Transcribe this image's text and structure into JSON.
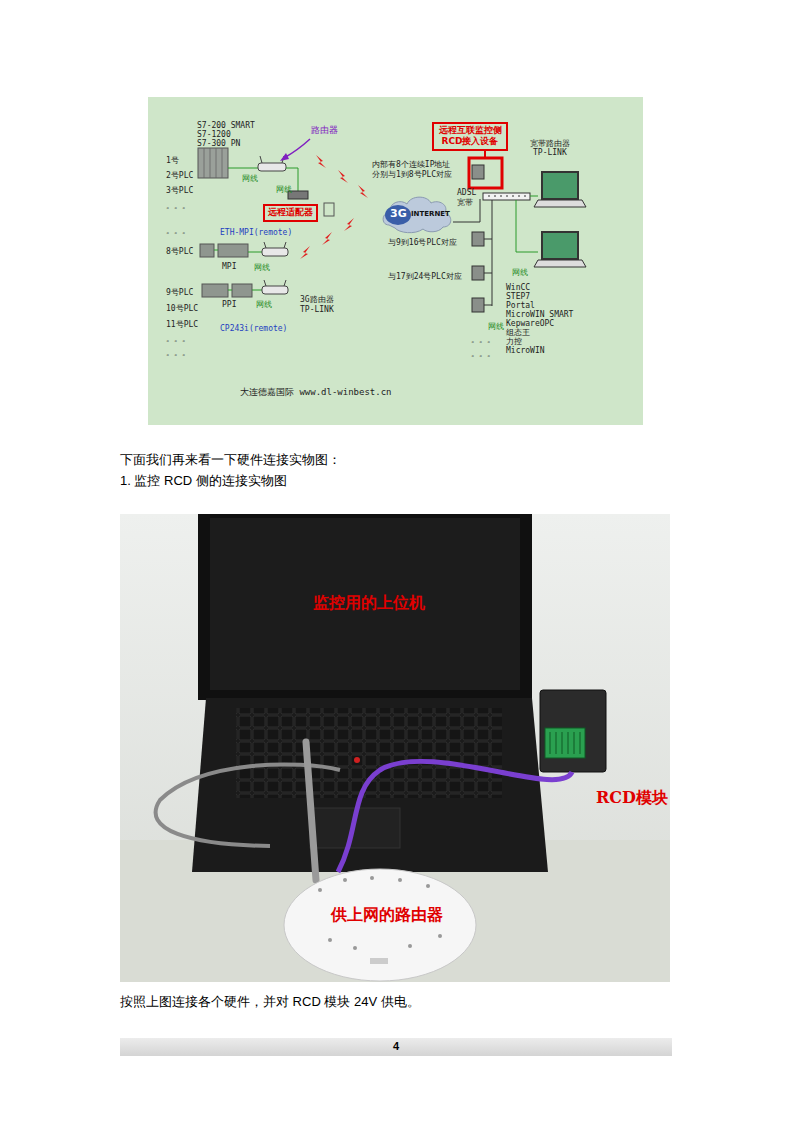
{
  "diagram": {
    "nodes": [
      {
        "text": [
          "远程互联监控侧 RCD接入设备"
        ]
      },
      {
        "text": [
          "远程适配器"
        ]
      },
      {
        "text": [
          "3G",
          "INTERNET"
        ]
      }
    ],
    "labels": [
      "S7-200 SMART",
      "S7-1200",
      "S7-300 PN",
      "路由器",
      "1号",
      "2号PLC",
      "3号PLC",
      "。。。",
      "。。。",
      "8号PLC",
      "网线",
      "网线",
      "ETH-MPI(remote)",
      "MPI",
      "网线",
      "9号PLC",
      "10号PLC",
      "11号PLC",
      "。。。",
      "。。。",
      "PPI",
      "网线",
      "3G路由器",
      "TP-LINK",
      "CP243i(remote)",
      "内部有8个连续IP地址 分别与1到8号PLC对应",
      "ADSL 宽带",
      "宽带路由器",
      "TP-LINK",
      "与9到16号PLC对应",
      "与17到24号PLC对应",
      "网线",
      "WinCC",
      "STEP7",
      "Portal",
      "MicroWIN SMART",
      "KepwareOPC",
      "组态王",
      "力控",
      "MicroWIN",
      "网线",
      "。。。",
      "。。。",
      "大连德嘉国际 www.dl-winbest.cn",
      "下面我们再来看一下硬件连接实物图：",
      "1. 监控 RCD 侧的连接实物图",
      "监控用的上位机",
      "RCD模块",
      "供上网的路由器",
      "按照上图连接各个硬件，并对 RCD 模块 24V 供电。",
      "4"
    ]
  }
}
